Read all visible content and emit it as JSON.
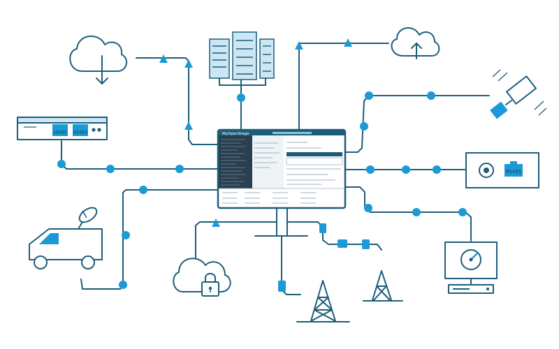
{
  "diagram": {
    "hub": {
      "app_brand": "MyOpenStage",
      "title_bar_text": ""
    },
    "port_labels": {
      "router_port_1": "20VDC",
      "router_port_2": "RS485",
      "panel_port": "RS485"
    },
    "nodes": [
      {
        "id": "cloud-download",
        "icon": "cloud-download-icon"
      },
      {
        "id": "server-rack",
        "icon": "server-rack-icon"
      },
      {
        "id": "cloud-upload",
        "icon": "cloud-upload-icon"
      },
      {
        "id": "satellite",
        "icon": "satellite-icon"
      },
      {
        "id": "network-router",
        "icon": "router-icon"
      },
      {
        "id": "connection-panel",
        "icon": "connection-panel-icon"
      },
      {
        "id": "satellite-van",
        "icon": "van-icon"
      },
      {
        "id": "cloud-lock",
        "icon": "cloud-lock-icon"
      },
      {
        "id": "transmission-tower-large",
        "icon": "tower-icon"
      },
      {
        "id": "transmission-tower-small",
        "icon": "tower-icon"
      },
      {
        "id": "speed-monitor",
        "icon": "gauge-icon"
      }
    ],
    "colors": {
      "line": "#1d5d7a",
      "accent": "#1a9ad6",
      "screen_sidebar": "#2a3f4f",
      "light_fill": "#cde6f3"
    }
  }
}
